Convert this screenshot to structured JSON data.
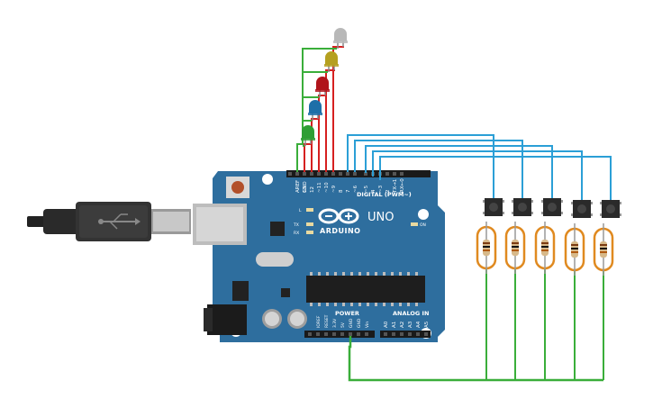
{
  "board": {
    "brand": "ARDUINO",
    "model": "UNO",
    "digital_label": "DIGITAL (PWM~)",
    "power_label": "POWER",
    "analog_label": "ANALOG IN",
    "on_label": "ON",
    "led_l_label": "L",
    "tx_label": "TX",
    "rx_label": "RX",
    "aref_label": "AREF",
    "gnd_label": "GND",
    "digital_pins": [
      "13",
      "12",
      "~11",
      "~10",
      "~9",
      "8",
      "7",
      "~6",
      "~5",
      "4",
      "~3",
      "2",
      "TX→1",
      "RX←0"
    ],
    "power_pins": [
      "IOREF",
      "RESET",
      "3.3V",
      "5V",
      "GND",
      "GND",
      "Vin"
    ],
    "analog_pins": [
      "A0",
      "A1",
      "A2",
      "A3",
      "A4",
      "A5"
    ]
  },
  "leds": [
    {
      "color": "#b8b8b8",
      "name": "gray"
    },
    {
      "color": "#b5a020",
      "name": "yellow"
    },
    {
      "color": "#b0141b",
      "name": "red"
    },
    {
      "color": "#1e6fa8",
      "name": "blue"
    },
    {
      "color": "#2e9e34",
      "name": "green"
    }
  ],
  "colors": {
    "board": "#2e6e9e",
    "wire_green": "#3aae3a",
    "wire_red": "#d62020",
    "wire_blue": "#2b9fd6",
    "resistor_outline": "#e08a20"
  }
}
